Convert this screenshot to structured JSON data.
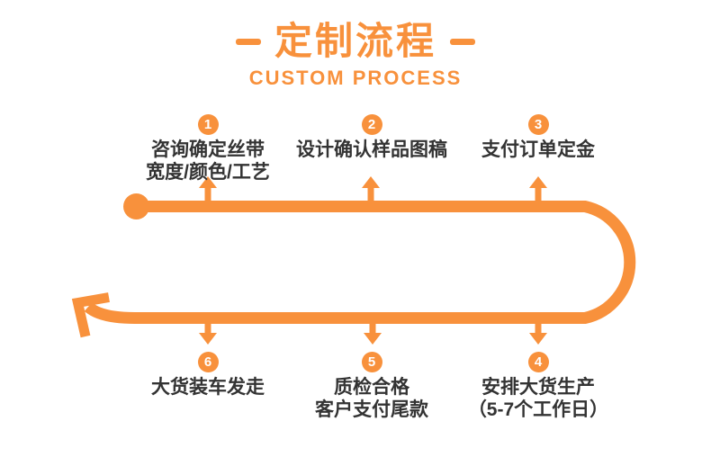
{
  "header": {
    "title": "定制流程",
    "subtitle": "CUSTOM PROCESS"
  },
  "colors": {
    "accent": "#F8913C",
    "step_text": "#333333",
    "background": "#FFFFFF"
  },
  "steps_top": [
    {
      "number": "1",
      "lines": [
        "咨询确定丝带",
        "宽度/颜色/工艺"
      ]
    },
    {
      "number": "2",
      "lines": [
        "设计确认样品图稿"
      ]
    },
    {
      "number": "3",
      "lines": [
        "支付订单定金"
      ]
    }
  ],
  "steps_bottom": [
    {
      "number": "6",
      "lines": [
        "大货装车发走"
      ]
    },
    {
      "number": "5",
      "lines": [
        "质检合格",
        "客户支付尾款"
      ]
    },
    {
      "number": "4",
      "lines": [
        "安排大货生产",
        "（5-7个工作日）"
      ]
    }
  ],
  "icons": {
    "flow_start": "circle-dot-icon",
    "flow_end": "arrow-up-left-icon",
    "top_connector": "arrow-up-icon",
    "bottom_connector": "arrow-down-icon"
  }
}
